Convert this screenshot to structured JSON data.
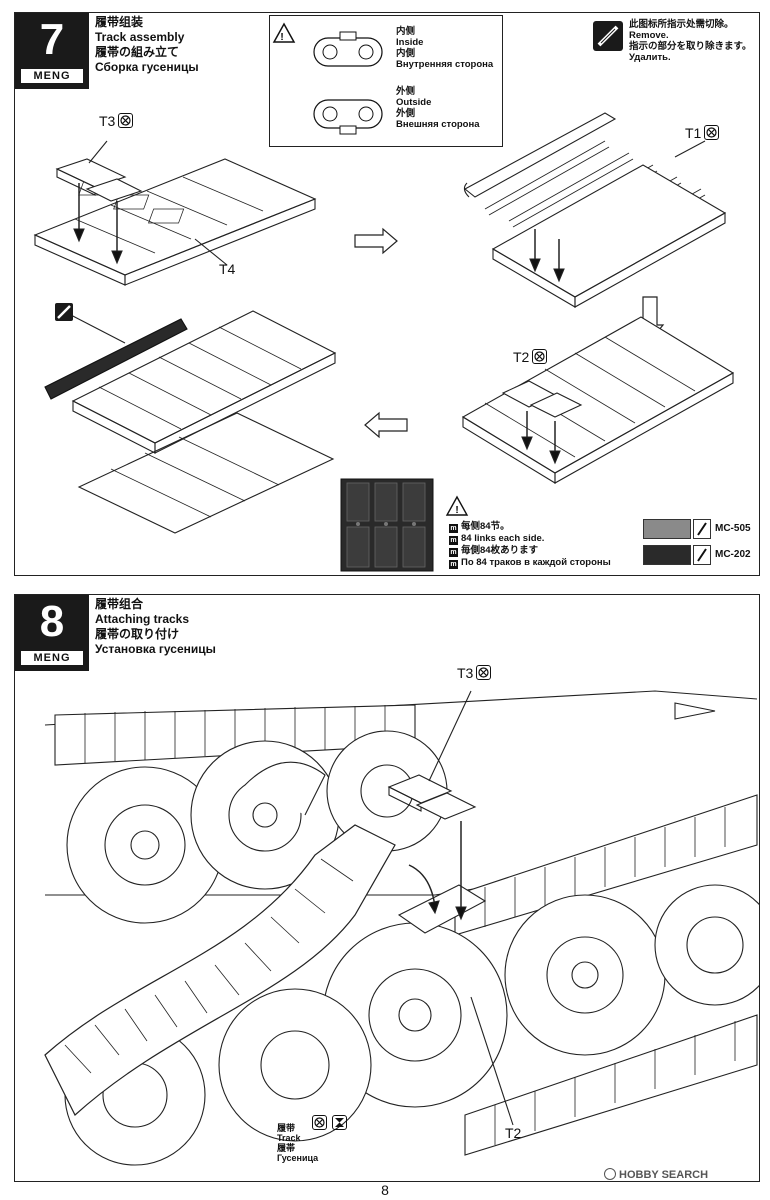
{
  "step7": {
    "number": "7",
    "brand": "MENG",
    "title_zh": "履带组装",
    "title_en": "Track assembly",
    "title_ja": "履帯の組み立て",
    "title_ru": "Сборка гусеницы",
    "orientation": {
      "inside_zh": "内侧",
      "inside_en": "Inside",
      "inside_ja": "内側",
      "inside_ru": "Внутренняя сторона",
      "outside_zh": "外侧",
      "outside_en": "Outside",
      "outside_ja": "外側",
      "outside_ru": "Внешняя сторона"
    },
    "remove_note": {
      "zh": "此图标所指示处需切除。",
      "en": "Remove.",
      "ja": "指示の部分を取り除きます。",
      "ru": "Удалить."
    },
    "parts": {
      "t1": "T1",
      "t2": "T2",
      "t3": "T3",
      "t4": "T4"
    },
    "links_note": {
      "zh": "每侧84节。",
      "en": "84 links each side.",
      "ja": "毎側84枚あります",
      "ru": "По 84 траков в каждой стороны"
    },
    "paints": [
      {
        "code": "MC-505",
        "color": "#8a8a8a"
      },
      {
        "code": "MC-202",
        "color": "#2a2a2a"
      }
    ]
  },
  "step8": {
    "number": "8",
    "brand": "MENG",
    "title_zh": "履带组合",
    "title_en": "Attaching tracks",
    "title_ja": "履帯の取り付け",
    "title_ru": "Установка гусеницы",
    "parts": {
      "t2": "T2",
      "t3": "T3"
    },
    "track_label": {
      "zh": "履带",
      "en": "Track",
      "ja": "履帯",
      "ru": "Гусеница"
    }
  },
  "footer": {
    "page_number": "8",
    "watermark": "HOBBY SEARCH"
  }
}
